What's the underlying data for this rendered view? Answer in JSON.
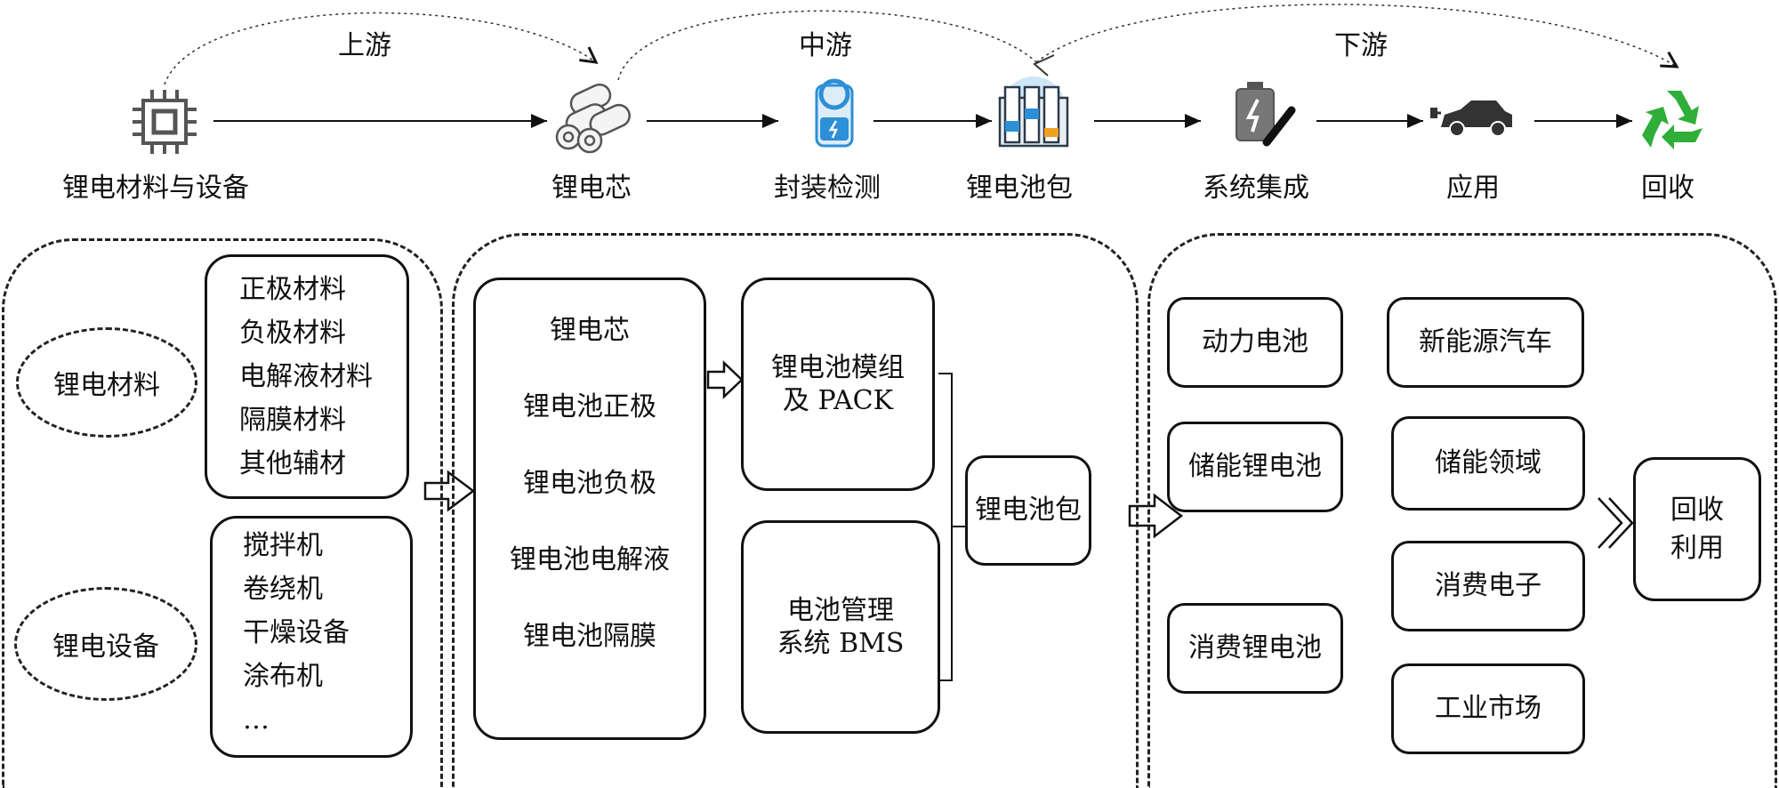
{
  "stages": {
    "upstream": "上游",
    "midstream": "中游",
    "downstream": "下游"
  },
  "chain": [
    {
      "id": "materials",
      "label": "锂电材料与设备",
      "icon": "chip-icon"
    },
    {
      "id": "cell",
      "label": "锂电芯",
      "icon": "battery-cells-icon"
    },
    {
      "id": "packaging",
      "label": "封装检测",
      "icon": "battery-test-icon"
    },
    {
      "id": "pack",
      "label": "锂电池包",
      "icon": "battery-pack-icon"
    },
    {
      "id": "integration",
      "label": "系统集成",
      "icon": "battery-tool-icon"
    },
    {
      "id": "application",
      "label": "应用",
      "icon": "electric-car-icon"
    },
    {
      "id": "recycle",
      "label": "回收",
      "icon": "recycle-icon"
    }
  ],
  "upstream": {
    "materials": {
      "label": "锂电材料",
      "items": [
        "正极材料",
        "负极材料",
        "电解液材料",
        "隔膜材料",
        "其他辅材"
      ]
    },
    "equipment": {
      "label": "锂电设备",
      "items": [
        "搅拌机",
        "卷绕机",
        "干燥设备",
        "涂布机",
        "…"
      ]
    }
  },
  "midstream": {
    "cell_items": [
      "锂电芯",
      "锂电池正极",
      "锂电池负极",
      "锂电池电解液",
      "锂电池隔膜"
    ],
    "module": {
      "line1": "锂电池模组",
      "line2": "及 PACK"
    },
    "bms": {
      "line1": "电池管理",
      "line2": "系统  BMS"
    },
    "pack": "锂电池包"
  },
  "downstream": {
    "batteries": [
      "动力电池",
      "储能锂电池",
      "消费锂电池"
    ],
    "markets": [
      "新能源汽车",
      "储能领域",
      "消费电子",
      "工业市场"
    ],
    "recycle": {
      "line1": "回收",
      "line2": "利用"
    }
  },
  "colors": {
    "line": "#111111",
    "icon_gray": "#555555",
    "icon_blue": "#2d8fd6",
    "icon_green": "#2fae3a"
  }
}
